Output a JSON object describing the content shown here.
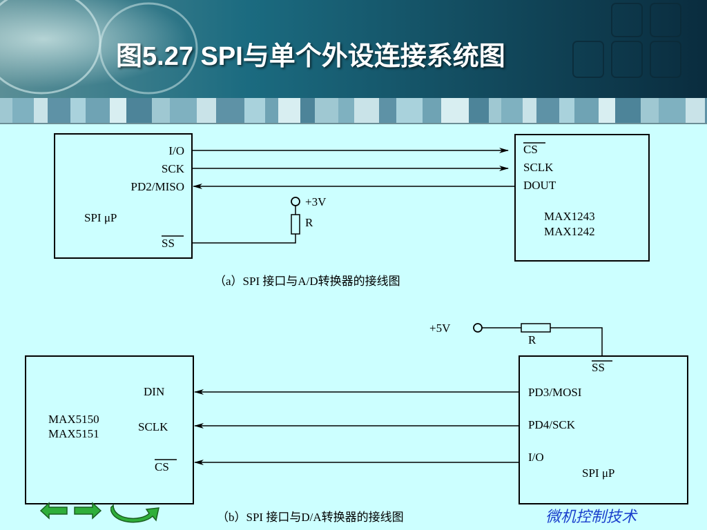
{
  "slide": {
    "title": "图5.27  SPI与单个外设连接系统图",
    "footer": "微机控制技术"
  },
  "diagram_a": {
    "left_block": {
      "pins": [
        "I/O",
        "SCK",
        "PD2/MISO",
        "SS"
      ],
      "name": "SPI μP"
    },
    "resistor": {
      "supply": "+3V",
      "label": "R"
    },
    "right_block": {
      "pins": [
        "CS",
        "SCLK",
        "DOUT"
      ],
      "names": [
        "MAX1243",
        "MAX1242"
      ]
    },
    "caption": "（a）SPI 接口与A/D转换器的接线图"
  },
  "diagram_b": {
    "resistor": {
      "supply": "+5V",
      "label": "R"
    },
    "left_block": {
      "names": [
        "MAX5150",
        "MAX5151"
      ],
      "pins": [
        "DIN",
        "SCLK",
        "CS"
      ]
    },
    "right_block": {
      "pins": [
        "SS",
        "PD3/MOSI",
        "PD4/SCK",
        "I/O"
      ],
      "name": "SPI μP"
    },
    "caption": "（b）SPI 接口与D/A转换器的接线图"
  },
  "colors": {
    "background": "#ccffff",
    "banner": "#0f4a5c",
    "footer_text": "#1a3fcc",
    "nav_arrow": "#2fae3a"
  },
  "icons": [
    "arrow-left-icon",
    "arrow-right-icon",
    "return-icon"
  ]
}
